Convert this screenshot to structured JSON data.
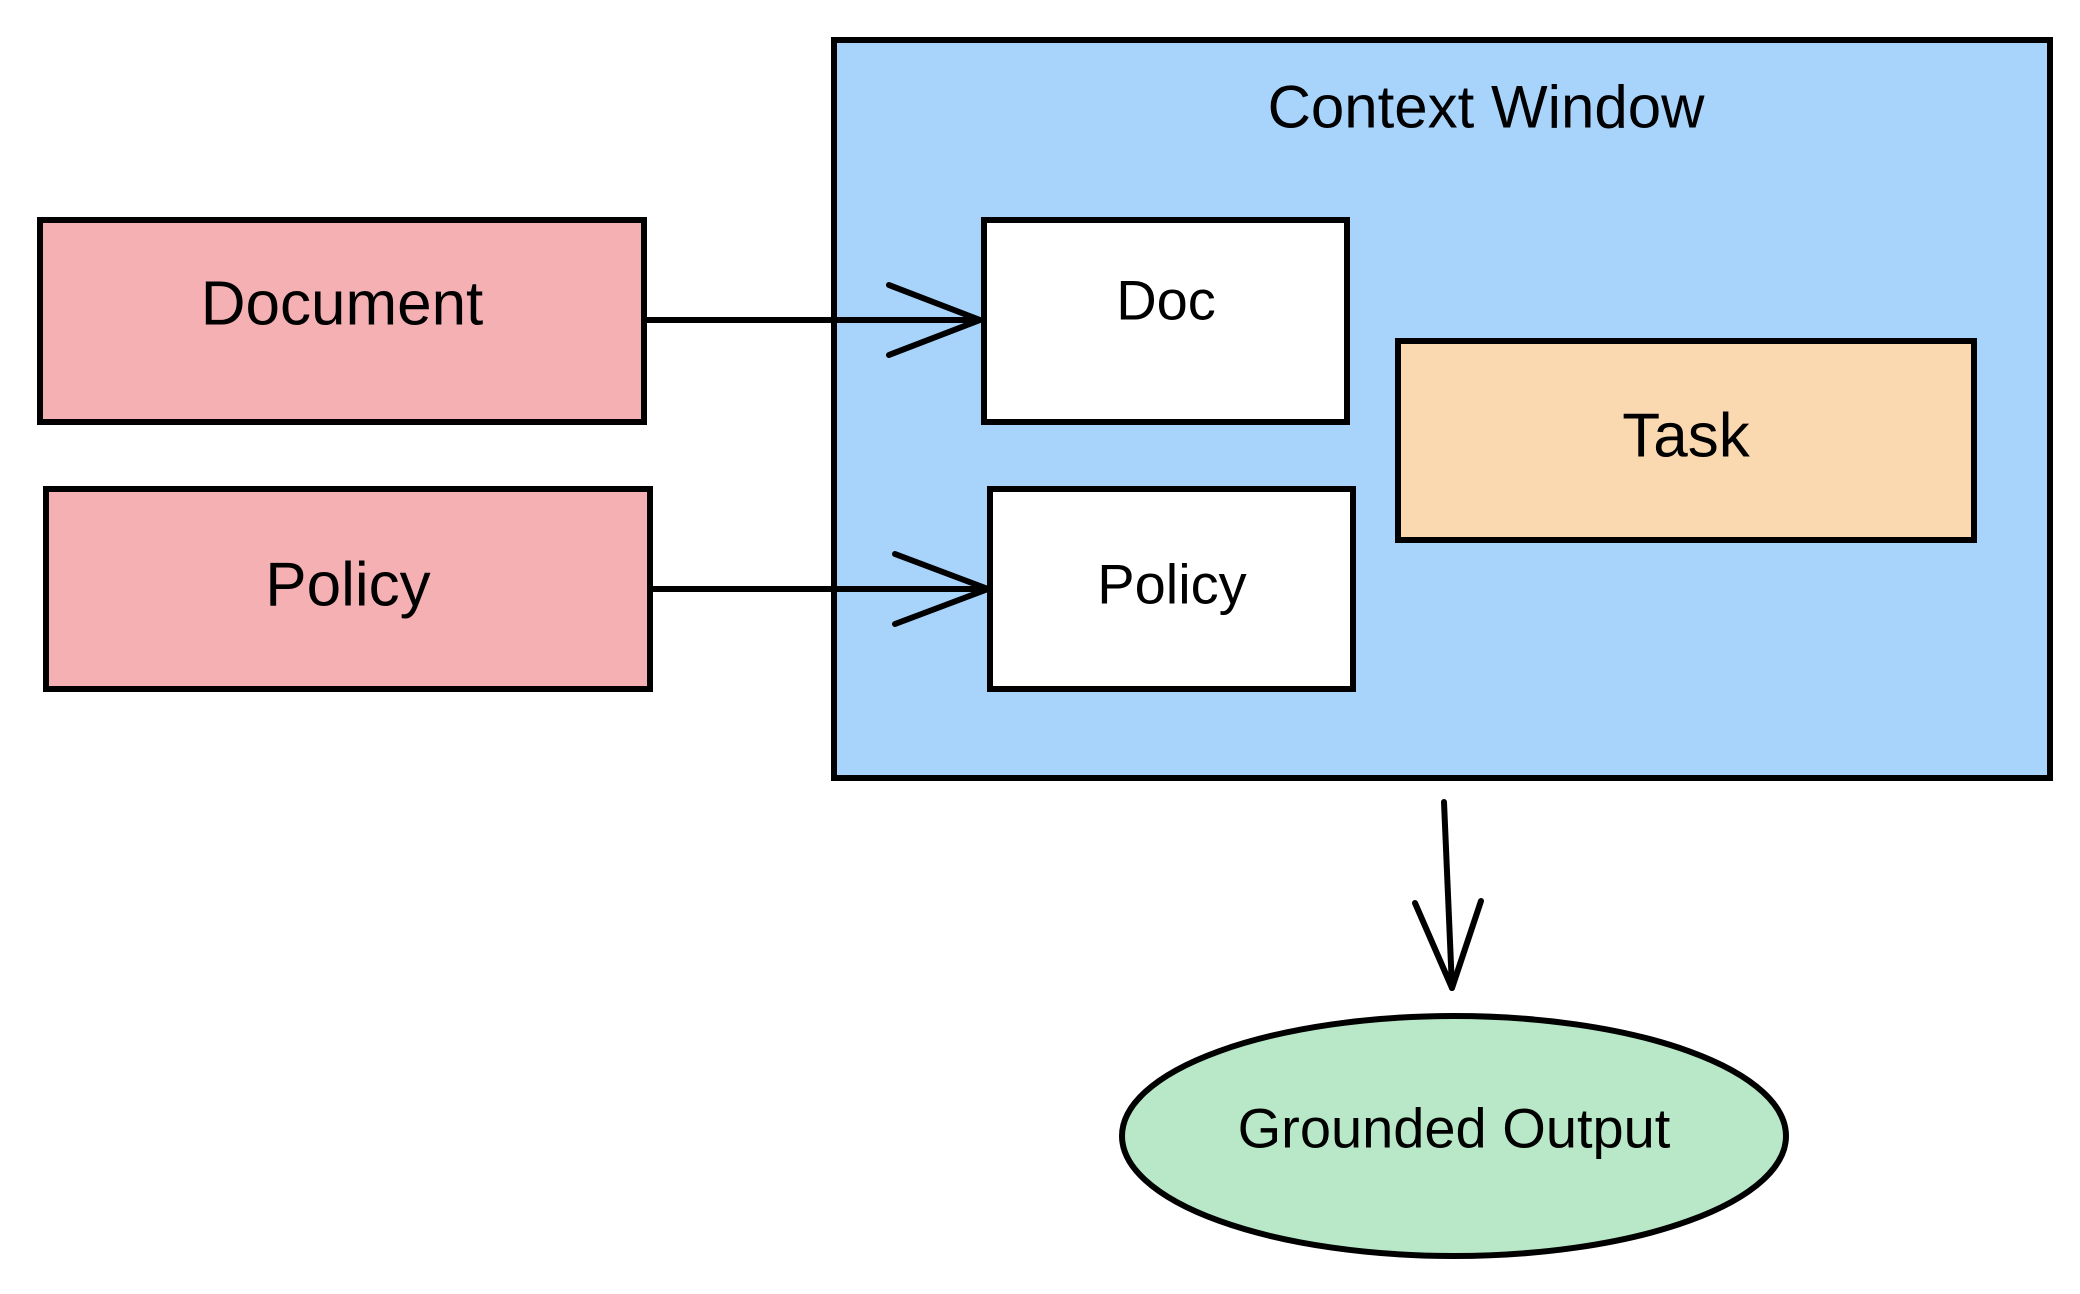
{
  "colors": {
    "source_fill": "#f4b0b3",
    "context_fill": "#a8d4fc",
    "slot_fill": "#ffffff",
    "task_fill": "#fad8b0",
    "output_fill": "#b8e8c8",
    "stroke": "#000000"
  },
  "nodes": {
    "document": {
      "label": "Document"
    },
    "policy": {
      "label": "Policy"
    },
    "context_window": {
      "label": "Context Window"
    },
    "doc_slot": {
      "label": "Doc"
    },
    "policy_slot": {
      "label": "Policy"
    },
    "task": {
      "label": "Task"
    },
    "output": {
      "label": "Grounded Output"
    }
  },
  "edges": [
    {
      "from": "document",
      "to": "doc_slot"
    },
    {
      "from": "policy",
      "to": "policy_slot"
    },
    {
      "from": "context_window",
      "to": "output"
    }
  ]
}
